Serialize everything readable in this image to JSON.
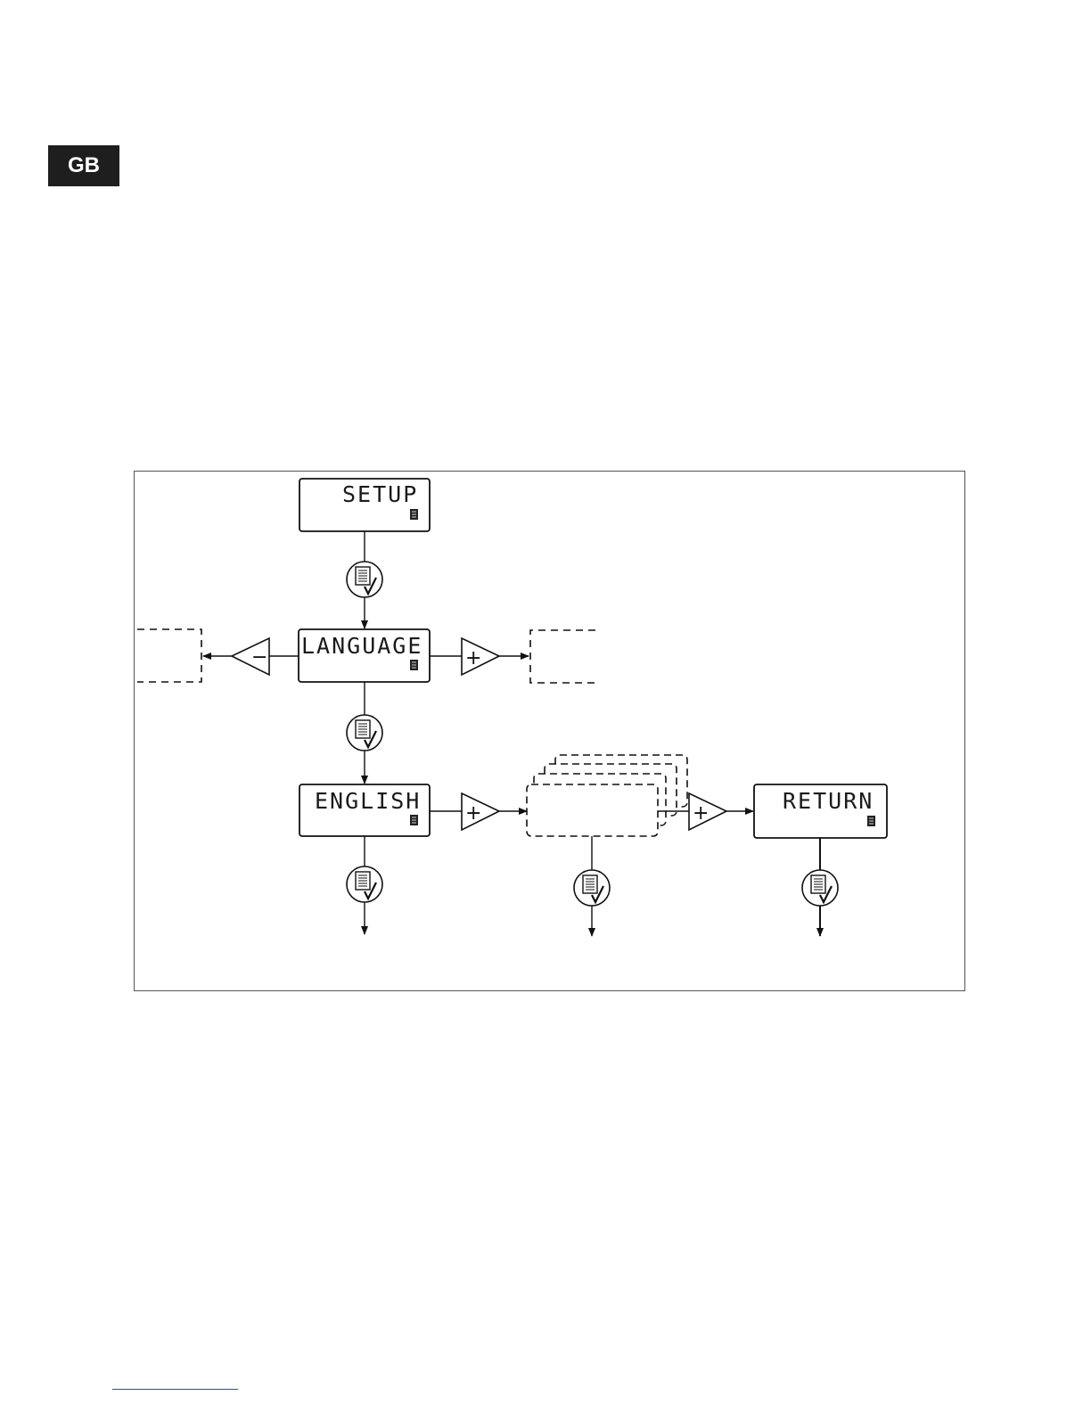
{
  "header": {
    "region_tab": "GB"
  },
  "diagram": {
    "screens": {
      "setup": "SETUP",
      "language": "LANGUAGE",
      "english": "ENGLISH",
      "return": "RETURN"
    },
    "buttons": {
      "minus": "−",
      "plus": "+"
    },
    "icons": {
      "display_indicator": "display-icon",
      "confirm_button": "menu-confirm-icon"
    }
  }
}
